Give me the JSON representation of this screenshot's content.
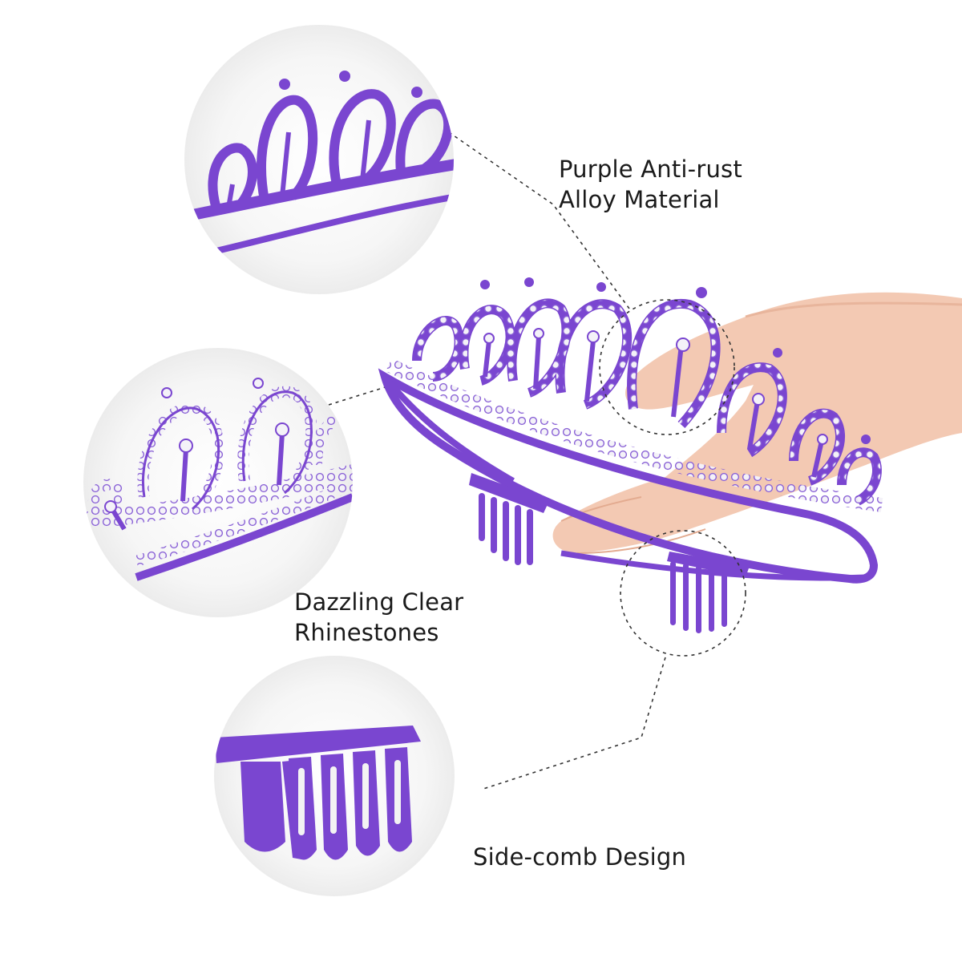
{
  "callouts": {
    "alloy": {
      "line1": "Purple Anti-rust",
      "line2": "Alloy Material"
    },
    "rhinestones": {
      "line1": "Dazzling Clear",
      "line2": "Rhinestones"
    },
    "comb": {
      "line1": "Side-comb Design"
    }
  },
  "colors": {
    "purple": "#7a46d0",
    "purple_dark": "#5b2fb0",
    "rhinestone": "#f4f2f8",
    "skin": "#f3c9b3",
    "circle_bg": "#f3f3f3",
    "dashed_line": "#333333"
  },
  "icons": [
    "tiara-image",
    "hand-image",
    "side-comb-image"
  ]
}
